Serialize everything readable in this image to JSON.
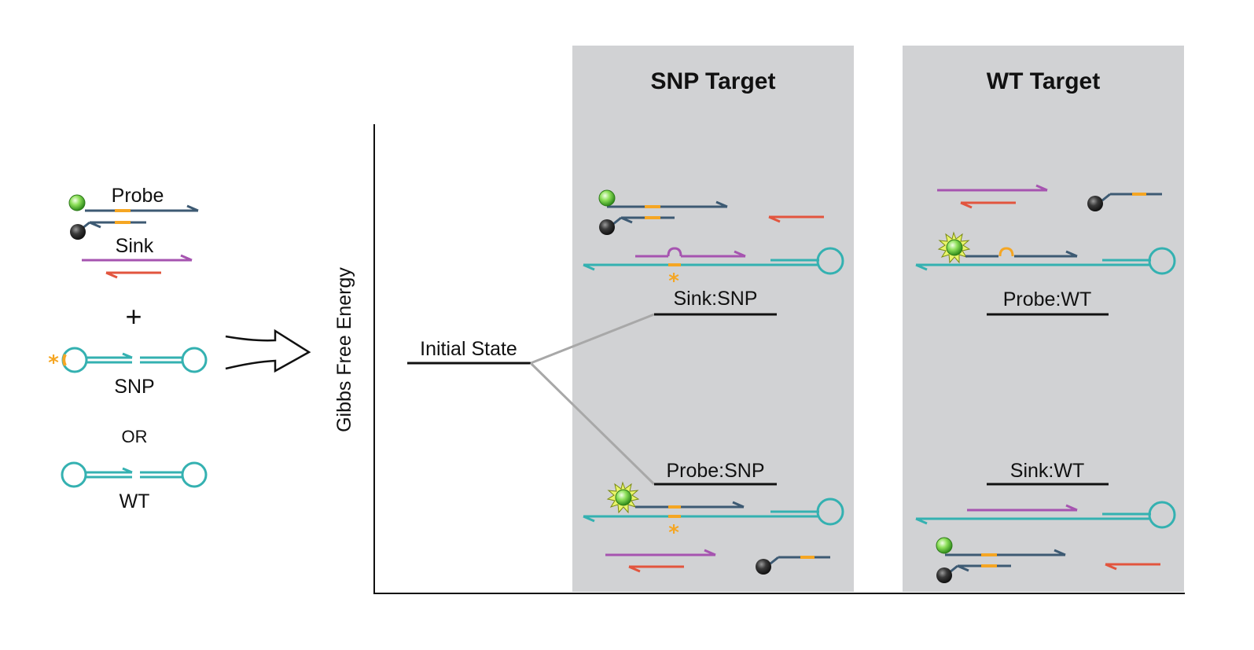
{
  "left_legend": {
    "probe_label": "Probe",
    "sink_label": "Sink",
    "plus": "+",
    "snp_label": "SNP",
    "or_label": "OR",
    "wt_label": "WT",
    "snp_marker": "*"
  },
  "axis": {
    "ylabel": "Gibbs Free Energy"
  },
  "levels": {
    "initial": "Initial State",
    "sink_snp": "Sink:SNP",
    "probe_snp": "Probe:SNP",
    "probe_wt": "Probe:WT",
    "sink_wt": "Sink:WT"
  },
  "panels": {
    "snp_title": "SNP Target",
    "wt_title": "WT Target"
  },
  "colors": {
    "panel_bg": "#d1d2d4",
    "probe_strand": "#3d5a73",
    "target_strand": "#34b1b1",
    "sink_top": "#a654b0",
    "sink_bottom": "#e2553e",
    "mismatch": "#f5a623",
    "fluorophore": "#5dc232",
    "quencher": "#333333",
    "connector": "#a8a8a8"
  }
}
